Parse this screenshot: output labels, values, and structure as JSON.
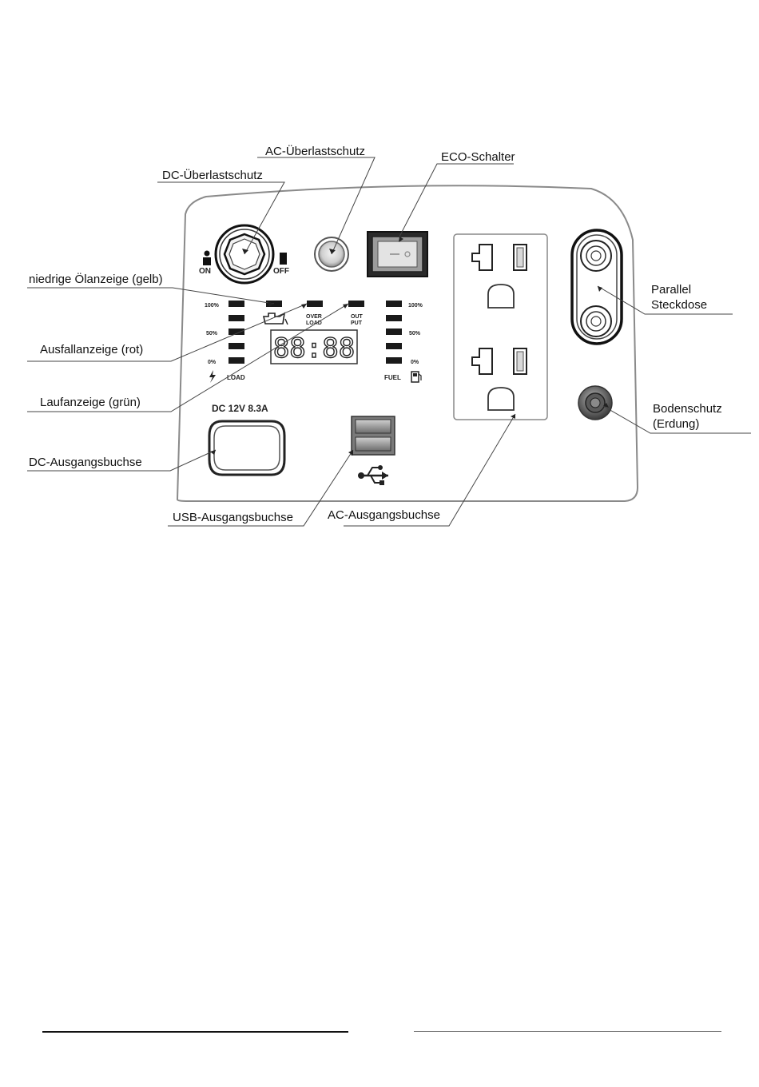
{
  "callouts": {
    "ac_overload": "AC-Überlastschutz",
    "dc_overload": "DC-Überlastschutz",
    "eco_switch": "ECO-Schalter",
    "low_oil": "niedrige Ölanzeige (gelb)",
    "fault": "Ausfallanzeige (rot)",
    "running": "Laufanzeige (grün)",
    "dc_output": "DC-Ausgangsbuchse",
    "usb_output": "USB-Ausgangsbuchse",
    "ac_output": "AC-Ausgangsbuchse",
    "parallel_line1": "Parallel",
    "parallel_line2": "Steckdose",
    "ground_line1": "Bodenschutz",
    "ground_line2": "(Erdung)"
  },
  "panel": {
    "on": "ON",
    "off": "OFF",
    "load": "LOAD",
    "fuel": "FUEL",
    "pct_100_left": "100%",
    "pct_50_left": "50%",
    "pct_0_left": "0%",
    "pct_100_right": "100%",
    "pct_50_right": "50%",
    "pct_0_right": "0%",
    "over": "OVER",
    "load2": "LOAD",
    "out": "OUT",
    "put": "PUT",
    "display": "88:88",
    "dc_rating": "DC 12V 8.3A"
  },
  "colors": {
    "line": "#333333",
    "panel_stroke": "#777777",
    "indicator": "#1a1a1a"
  }
}
